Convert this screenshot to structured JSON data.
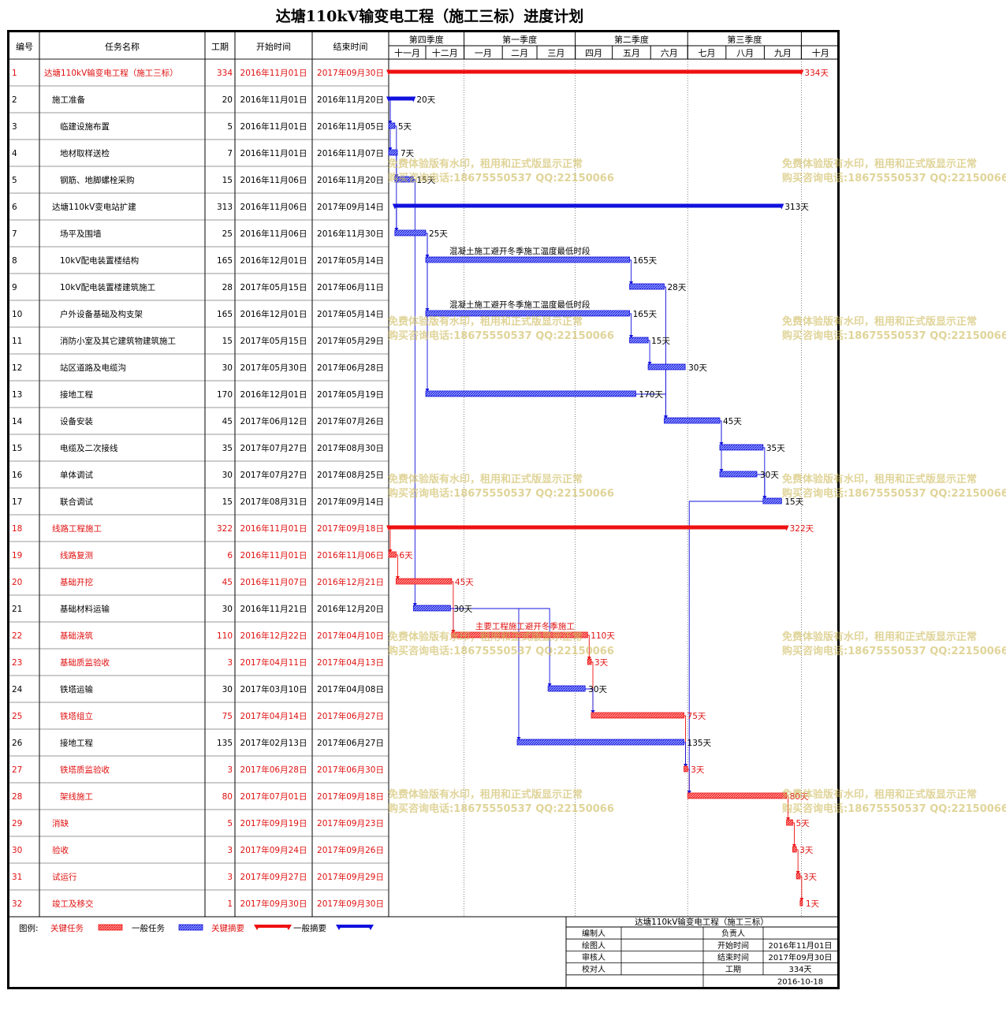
{
  "title": "达塘110kV输变电工程（施工三标）进度计划",
  "headers": {
    "id": "编号",
    "name": "任务名称",
    "dur": "工期",
    "start": "开始时间",
    "end": "结束时间"
  },
  "quarters": [
    "第四季度",
    "第一季度",
    "第二季度",
    "第三季度"
  ],
  "months": [
    "十一月",
    "十二月",
    "一月",
    "二月",
    "三月",
    "四月",
    "五月",
    "六月",
    "七月",
    "八月",
    "九月",
    "十月"
  ],
  "colors": {
    "critical": "#ee1111",
    "normal": "#1111dd",
    "critical_text": "#e01010",
    "grid": "#555555"
  },
  "chart_data": {
    "type": "gantt",
    "x_range": [
      "2016-11-01",
      "2017-10-31"
    ],
    "tasks": [
      {
        "id": "1",
        "name": "达塘110kV输变电工程（施工三标）",
        "dur": "334",
        "start": "2016年11月01日",
        "end": "2017年09月30日",
        "s": "2016-11-01",
        "e": "2017-09-30",
        "kind": "summary",
        "critical": true,
        "level": 0,
        "label": "334天"
      },
      {
        "id": "2",
        "name": "施工准备",
        "dur": "20",
        "start": "2016年11月01日",
        "end": "2016年11月20日",
        "s": "2016-11-01",
        "e": "2016-11-20",
        "kind": "summary",
        "critical": false,
        "level": 1,
        "label": "20天"
      },
      {
        "id": "3",
        "name": "临建设施布置",
        "dur": "5",
        "start": "2016年11月01日",
        "end": "2016年11月05日",
        "s": "2016-11-01",
        "e": "2016-11-05",
        "kind": "task",
        "critical": false,
        "level": 2,
        "label": "5天"
      },
      {
        "id": "4",
        "name": "地材取样送检",
        "dur": "7",
        "start": "2016年11月01日",
        "end": "2016年11月07日",
        "s": "2016-11-01",
        "e": "2016-11-07",
        "kind": "task",
        "critical": false,
        "level": 2,
        "label": "7天"
      },
      {
        "id": "5",
        "name": "钢筋、地脚螺栓采购",
        "dur": "15",
        "start": "2016年11月06日",
        "end": "2016年11月20日",
        "s": "2016-11-06",
        "e": "2016-11-20",
        "kind": "task",
        "critical": false,
        "level": 2,
        "label": "15天"
      },
      {
        "id": "6",
        "name": "达塘110kV变电站扩建",
        "dur": "313",
        "start": "2016年11月06日",
        "end": "2017年09月14日",
        "s": "2016-11-06",
        "e": "2017-09-14",
        "kind": "summary",
        "critical": false,
        "level": 1,
        "label": "313天"
      },
      {
        "id": "7",
        "name": "场平及围墙",
        "dur": "25",
        "start": "2016年11月06日",
        "end": "2016年11月30日",
        "s": "2016-11-06",
        "e": "2016-11-30",
        "kind": "task",
        "critical": false,
        "level": 2,
        "label": "25天"
      },
      {
        "id": "8",
        "name": "10kV配电装置楼结构",
        "dur": "165",
        "start": "2016年12月01日",
        "end": "2017年05月14日",
        "s": "2016-12-01",
        "e": "2017-05-14",
        "kind": "task",
        "critical": false,
        "level": 2,
        "label": "165天",
        "note": "混凝土施工避开冬季施工温度最低时段"
      },
      {
        "id": "9",
        "name": "10kV配电装置楼建筑施工",
        "dur": "28",
        "start": "2017年05月15日",
        "end": "2017年06月11日",
        "s": "2017-05-15",
        "e": "2017-06-11",
        "kind": "task",
        "critical": false,
        "level": 2,
        "label": "28天"
      },
      {
        "id": "10",
        "name": "户外设备基础及构支架",
        "dur": "165",
        "start": "2016年12月01日",
        "end": "2017年05月14日",
        "s": "2016-12-01",
        "e": "2017-05-14",
        "kind": "task",
        "critical": false,
        "level": 2,
        "label": "165天",
        "note": "混凝土施工避开冬季施工温度最低时段"
      },
      {
        "id": "11",
        "name": "消防小室及其它建筑物建筑施工",
        "dur": "15",
        "start": "2017年05月15日",
        "end": "2017年05月29日",
        "s": "2017-05-15",
        "e": "2017-05-29",
        "kind": "task",
        "critical": false,
        "level": 2,
        "label": "15天"
      },
      {
        "id": "12",
        "name": "站区道路及电缆沟",
        "dur": "30",
        "start": "2017年05月30日",
        "end": "2017年06月28日",
        "s": "2017-05-30",
        "e": "2017-06-28",
        "kind": "task",
        "critical": false,
        "level": 2,
        "label": "30天"
      },
      {
        "id": "13",
        "name": "接地工程",
        "dur": "170",
        "start": "2016年12月01日",
        "end": "2017年05月19日",
        "s": "2016-12-01",
        "e": "2017-05-19",
        "kind": "task",
        "critical": false,
        "level": 2,
        "label": "170天"
      },
      {
        "id": "14",
        "name": "设备安装",
        "dur": "45",
        "start": "2017年06月12日",
        "end": "2017年07月26日",
        "s": "2017-06-12",
        "e": "2017-07-26",
        "kind": "task",
        "critical": false,
        "level": 2,
        "label": "45天"
      },
      {
        "id": "15",
        "name": "电缆及二次接线",
        "dur": "35",
        "start": "2017年07月27日",
        "end": "2017年08月30日",
        "s": "2017-07-27",
        "e": "2017-08-30",
        "kind": "task",
        "critical": false,
        "level": 2,
        "label": "35天"
      },
      {
        "id": "16",
        "name": "单体调试",
        "dur": "30",
        "start": "2017年07月27日",
        "end": "2017年08月25日",
        "s": "2017-07-27",
        "e": "2017-08-25",
        "kind": "task",
        "critical": false,
        "level": 2,
        "label": "30天"
      },
      {
        "id": "17",
        "name": "联合调试",
        "dur": "15",
        "start": "2017年08月31日",
        "end": "2017年09月14日",
        "s": "2017-08-31",
        "e": "2017-09-14",
        "kind": "task",
        "critical": false,
        "level": 2,
        "label": "15天"
      },
      {
        "id": "18",
        "name": "线路工程施工",
        "dur": "322",
        "start": "2016年11月01日",
        "end": "2017年09月18日",
        "s": "2016-11-01",
        "e": "2017-09-18",
        "kind": "summary",
        "critical": true,
        "level": 1,
        "label": "322天"
      },
      {
        "id": "19",
        "name": "线路复测",
        "dur": "6",
        "start": "2016年11月01日",
        "end": "2016年11月06日",
        "s": "2016-11-01",
        "e": "2016-11-06",
        "kind": "task",
        "critical": true,
        "level": 2,
        "label": "6天"
      },
      {
        "id": "20",
        "name": "基础开挖",
        "dur": "45",
        "start": "2016年11月07日",
        "end": "2016年12月21日",
        "s": "2016-11-07",
        "e": "2016-12-21",
        "kind": "task",
        "critical": true,
        "level": 2,
        "label": "45天"
      },
      {
        "id": "21",
        "name": "基础材料运输",
        "dur": "30",
        "start": "2016年11月21日",
        "end": "2016年12月20日",
        "s": "2016-11-21",
        "e": "2016-12-20",
        "kind": "task",
        "critical": false,
        "level": 2,
        "label": "30天"
      },
      {
        "id": "22",
        "name": "基础浇筑",
        "dur": "110",
        "start": "2016年12月22日",
        "end": "2017年04月10日",
        "s": "2016-12-22",
        "e": "2017-04-10",
        "kind": "task",
        "critical": true,
        "level": 2,
        "label": "110天",
        "note": "主要工程施工避开冬季施工"
      },
      {
        "id": "23",
        "name": "基础质监验收",
        "dur": "3",
        "start": "2017年04月11日",
        "end": "2017年04月13日",
        "s": "2017-04-11",
        "e": "2017-04-13",
        "kind": "task",
        "critical": true,
        "level": 2,
        "label": "3天"
      },
      {
        "id": "24",
        "name": "铁塔运输",
        "dur": "30",
        "start": "2017年03月10日",
        "end": "2017年04月08日",
        "s": "2017-03-10",
        "e": "2017-04-08",
        "kind": "task",
        "critical": false,
        "level": 2,
        "label": "30天"
      },
      {
        "id": "25",
        "name": "铁塔组立",
        "dur": "75",
        "start": "2017年04月14日",
        "end": "2017年06月27日",
        "s": "2017-04-14",
        "e": "2017-06-27",
        "kind": "task",
        "critical": true,
        "level": 2,
        "label": "75天"
      },
      {
        "id": "26",
        "name": "接地工程",
        "dur": "135",
        "start": "2017年02月13日",
        "end": "2017年06月27日",
        "s": "2017-02-13",
        "e": "2017-06-27",
        "kind": "task",
        "critical": false,
        "level": 2,
        "label": "135天"
      },
      {
        "id": "27",
        "name": "铁塔质监验收",
        "dur": "3",
        "start": "2017年06月28日",
        "end": "2017年06月30日",
        "s": "2017-06-28",
        "e": "2017-06-30",
        "kind": "task",
        "critical": true,
        "level": 2,
        "label": "3天"
      },
      {
        "id": "28",
        "name": "架线施工",
        "dur": "80",
        "start": "2017年07月01日",
        "end": "2017年09月18日",
        "s": "2017-07-01",
        "e": "2017-09-18",
        "kind": "task",
        "critical": true,
        "level": 2,
        "label": "80天"
      },
      {
        "id": "29",
        "name": "消缺",
        "dur": "5",
        "start": "2017年09月19日",
        "end": "2017年09月23日",
        "s": "2017-09-19",
        "e": "2017-09-23",
        "kind": "task",
        "critical": true,
        "level": 1,
        "label": "5天"
      },
      {
        "id": "30",
        "name": "验收",
        "dur": "3",
        "start": "2017年09月24日",
        "end": "2017年09月26日",
        "s": "2017-09-24",
        "e": "2017-09-26",
        "kind": "task",
        "critical": true,
        "level": 1,
        "label": "3天"
      },
      {
        "id": "31",
        "name": "试运行",
        "dur": "3",
        "start": "2017年09月27日",
        "end": "2017年09月29日",
        "s": "2017-09-27",
        "e": "2017-09-29",
        "kind": "task",
        "critical": true,
        "level": 1,
        "label": "3天"
      },
      {
        "id": "32",
        "name": "竣工及移交",
        "dur": "1",
        "start": "2017年09月30日",
        "end": "2017年09月30日",
        "s": "2017-09-30",
        "e": "2017-09-30",
        "kind": "task",
        "critical": true,
        "level": 1,
        "label": "1天"
      }
    ],
    "links": [
      [
        2,
        3
      ],
      [
        2,
        4
      ],
      [
        3,
        5
      ],
      [
        4,
        5
      ],
      [
        5,
        7
      ],
      [
        6,
        7
      ],
      [
        7,
        8
      ],
      [
        7,
        10
      ],
      [
        7,
        13
      ],
      [
        8,
        9
      ],
      [
        10,
        11
      ],
      [
        11,
        12
      ],
      [
        9,
        14
      ],
      [
        12,
        14
      ],
      [
        13,
        14
      ],
      [
        14,
        15
      ],
      [
        14,
        16
      ],
      [
        15,
        17
      ],
      [
        16,
        17
      ],
      [
        18,
        19
      ],
      [
        19,
        20
      ],
      [
        5,
        21
      ],
      [
        21,
        22
      ],
      [
        20,
        22
      ],
      [
        22,
        23
      ],
      [
        21,
        24
      ],
      [
        23,
        25
      ],
      [
        24,
        25
      ],
      [
        21,
        26
      ],
      [
        25,
        27
      ],
      [
        26,
        27
      ],
      [
        27,
        28
      ],
      [
        17,
        28
      ],
      [
        28,
        29
      ],
      [
        29,
        30
      ],
      [
        30,
        31
      ],
      [
        31,
        32
      ]
    ]
  },
  "legend": {
    "label": "图例:",
    "critical_task": "关键任务",
    "normal_task": "一般任务",
    "critical_summary": "关键摘要",
    "normal_summary": "一般摘要"
  },
  "info": {
    "project": "达塘110kV输变电工程（施工三标）",
    "rows": [
      [
        "编制人",
        "",
        "负责人",
        ""
      ],
      [
        "绘图人",
        "",
        "开始时间",
        "2016年11月01日"
      ],
      [
        "审核人",
        "",
        "结束时间",
        "2017年09月30日"
      ],
      [
        "校对人",
        "",
        "工期",
        "334天"
      ],
      [
        "",
        "",
        "",
        "2016-10-18"
      ]
    ]
  },
  "watermark": {
    "line1": "免费体验版有水印，租用和正式版显示正常",
    "line2": "购买咨询电话:18675550537 QQ:22150066"
  }
}
